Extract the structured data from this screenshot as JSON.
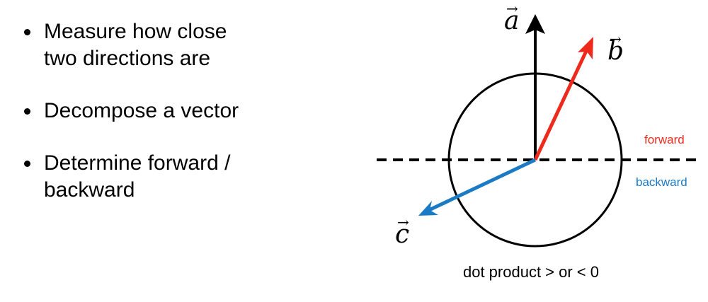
{
  "bullets": [
    {
      "lines": [
        "Measure how close",
        "two directions are"
      ]
    },
    {
      "lines": [
        "Decompose a vector"
      ]
    },
    {
      "lines": [
        "Determine forward /",
        "backward"
      ]
    }
  ],
  "diagram": {
    "vector_a": "a",
    "vector_b": "b",
    "vector_c": "c",
    "vector_arrow_glyph": "→",
    "forward_label": "forward",
    "backward_label": "backward",
    "caption": "dot product > or < 0",
    "colors": {
      "vector_a": "#000000",
      "vector_b": "#ee2a1d",
      "vector_c": "#1b7ac4",
      "forward_text": "#ee2a1d",
      "backward_text": "#1b7ac4"
    }
  }
}
